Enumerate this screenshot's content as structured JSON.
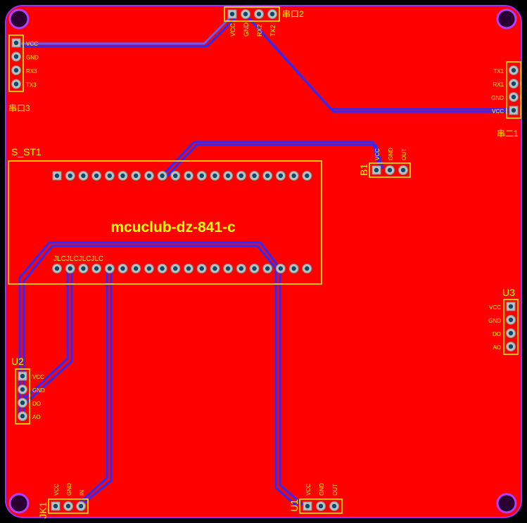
{
  "board": {
    "title": "mcuclub-dz-841-c",
    "colors": {
      "copper": "#ff0000",
      "silk": "#ffff00",
      "trace": "#2b2bff",
      "pad": "#c0c0c0",
      "drill": "#0a4a6a",
      "outline": "#9b30ff"
    }
  },
  "labels": {
    "s_st1": "S_ST1",
    "jlc_marks": "JLCJLCJLCJLC",
    "uart2": "串口2",
    "uart3": "串口3",
    "uart1": "串二1",
    "b1": "B1",
    "u1": "U1",
    "u2": "U2",
    "u3": "U3",
    "jk1": "JK1"
  },
  "pin_labels": {
    "uart2": [
      "VCC",
      "GND",
      "RX2",
      "TX2"
    ],
    "uart3": [
      "VCC",
      "GND",
      "RX3",
      "TX3"
    ],
    "uart1": [
      "TX1",
      "RX1",
      "GND",
      "VCC"
    ],
    "b1": [
      "VCC",
      "GND",
      "OUT"
    ],
    "u1": [
      "VCC",
      "GND",
      "OUT"
    ],
    "u2": [
      "VCC",
      "GND",
      "DO",
      "AO"
    ],
    "u3": [
      "VCC",
      "GND",
      "DO",
      "AO"
    ],
    "jk1": [
      "VCC",
      "GND",
      "IN"
    ]
  }
}
